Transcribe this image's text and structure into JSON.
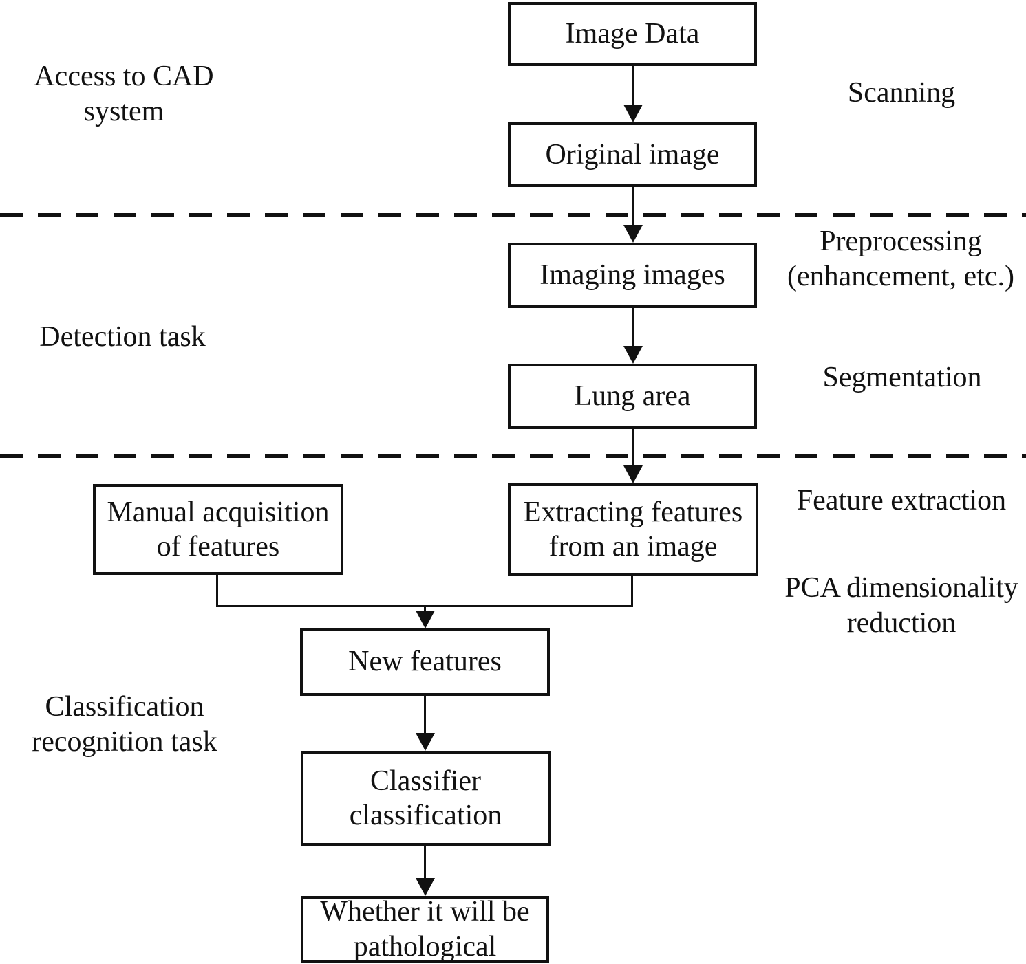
{
  "colors": {
    "ink": "#111111",
    "paper": "#ffffff"
  },
  "boxes": [
    {
      "name": "image-data",
      "label": "Image Data"
    },
    {
      "name": "original-image",
      "label": "Original image"
    },
    {
      "name": "imaging-images",
      "label": "Imaging images"
    },
    {
      "name": "lung-area",
      "label": "Lung area"
    },
    {
      "name": "manual-acquisition",
      "label": "Manual acquisition of features"
    },
    {
      "name": "extracting-features",
      "label": "Extracting features from an image"
    },
    {
      "name": "new-features",
      "label": "New features"
    },
    {
      "name": "classifier-classification",
      "label": "Classifier classification"
    },
    {
      "name": "whether-pathological",
      "label": "Whether it will be pathological"
    }
  ],
  "stage_labels_left": [
    {
      "name": "access-to-cad-system",
      "label": "Access to CAD system"
    },
    {
      "name": "detection-task",
      "label": "Detection task"
    },
    {
      "name": "classification-recognition-task",
      "label": "Classification recognition task"
    }
  ],
  "stage_labels_right": [
    {
      "name": "scanning",
      "label": "Scanning"
    },
    {
      "name": "preprocessing",
      "label": "Preprocessing (enhancement, etc.)"
    },
    {
      "name": "segmentation",
      "label": "Segmentation"
    },
    {
      "name": "feature-extraction",
      "label": "Feature extraction"
    },
    {
      "name": "pca-dimensionality-reduction",
      "label": "PCA dimensionality reduction"
    }
  ]
}
